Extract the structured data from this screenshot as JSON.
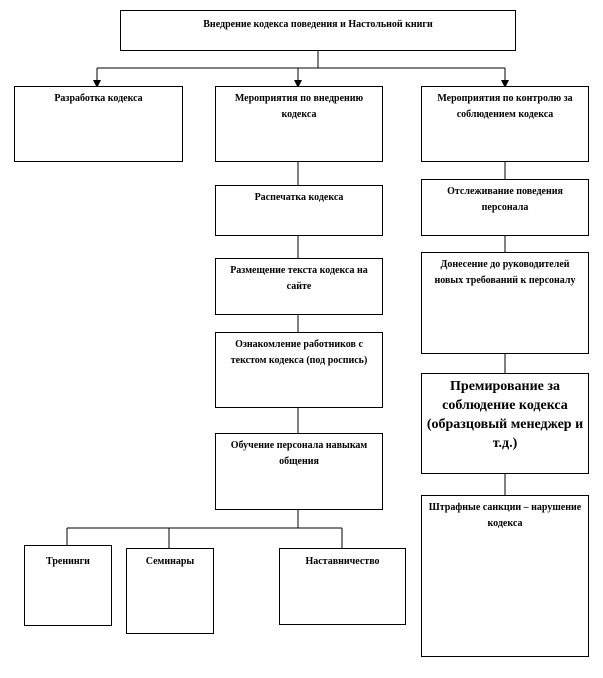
{
  "root": "Внедрение кодекса поведения и Настольной книги",
  "branches": {
    "development": "Разработка кодекса",
    "implementation": "Мероприятия по внедрению кодекса",
    "control": "Мероприятия по контролю за соблюдением кодекса"
  },
  "implementation_steps": {
    "print": "Распечатка кодекса",
    "publish": "Размещение текста кодекса на сайте",
    "acquaint": "Ознакомление работников с текстом кодекса (под роспись)",
    "training": "Обучение персонала навыкам общения"
  },
  "training_forms": {
    "trainings": "Тренинги",
    "seminars": "Семинары",
    "mentoring": "Наставничество"
  },
  "control_steps": {
    "tracking": "Отслеживание поведения персонала",
    "inform": "Донесение до руководителей новых требований к персоналу",
    "bonus": "Премирование за соблюдение кодекса (образцовый менеджер и т.д.)",
    "penalties": "Штрафные санкции – нарушение кодекса"
  }
}
